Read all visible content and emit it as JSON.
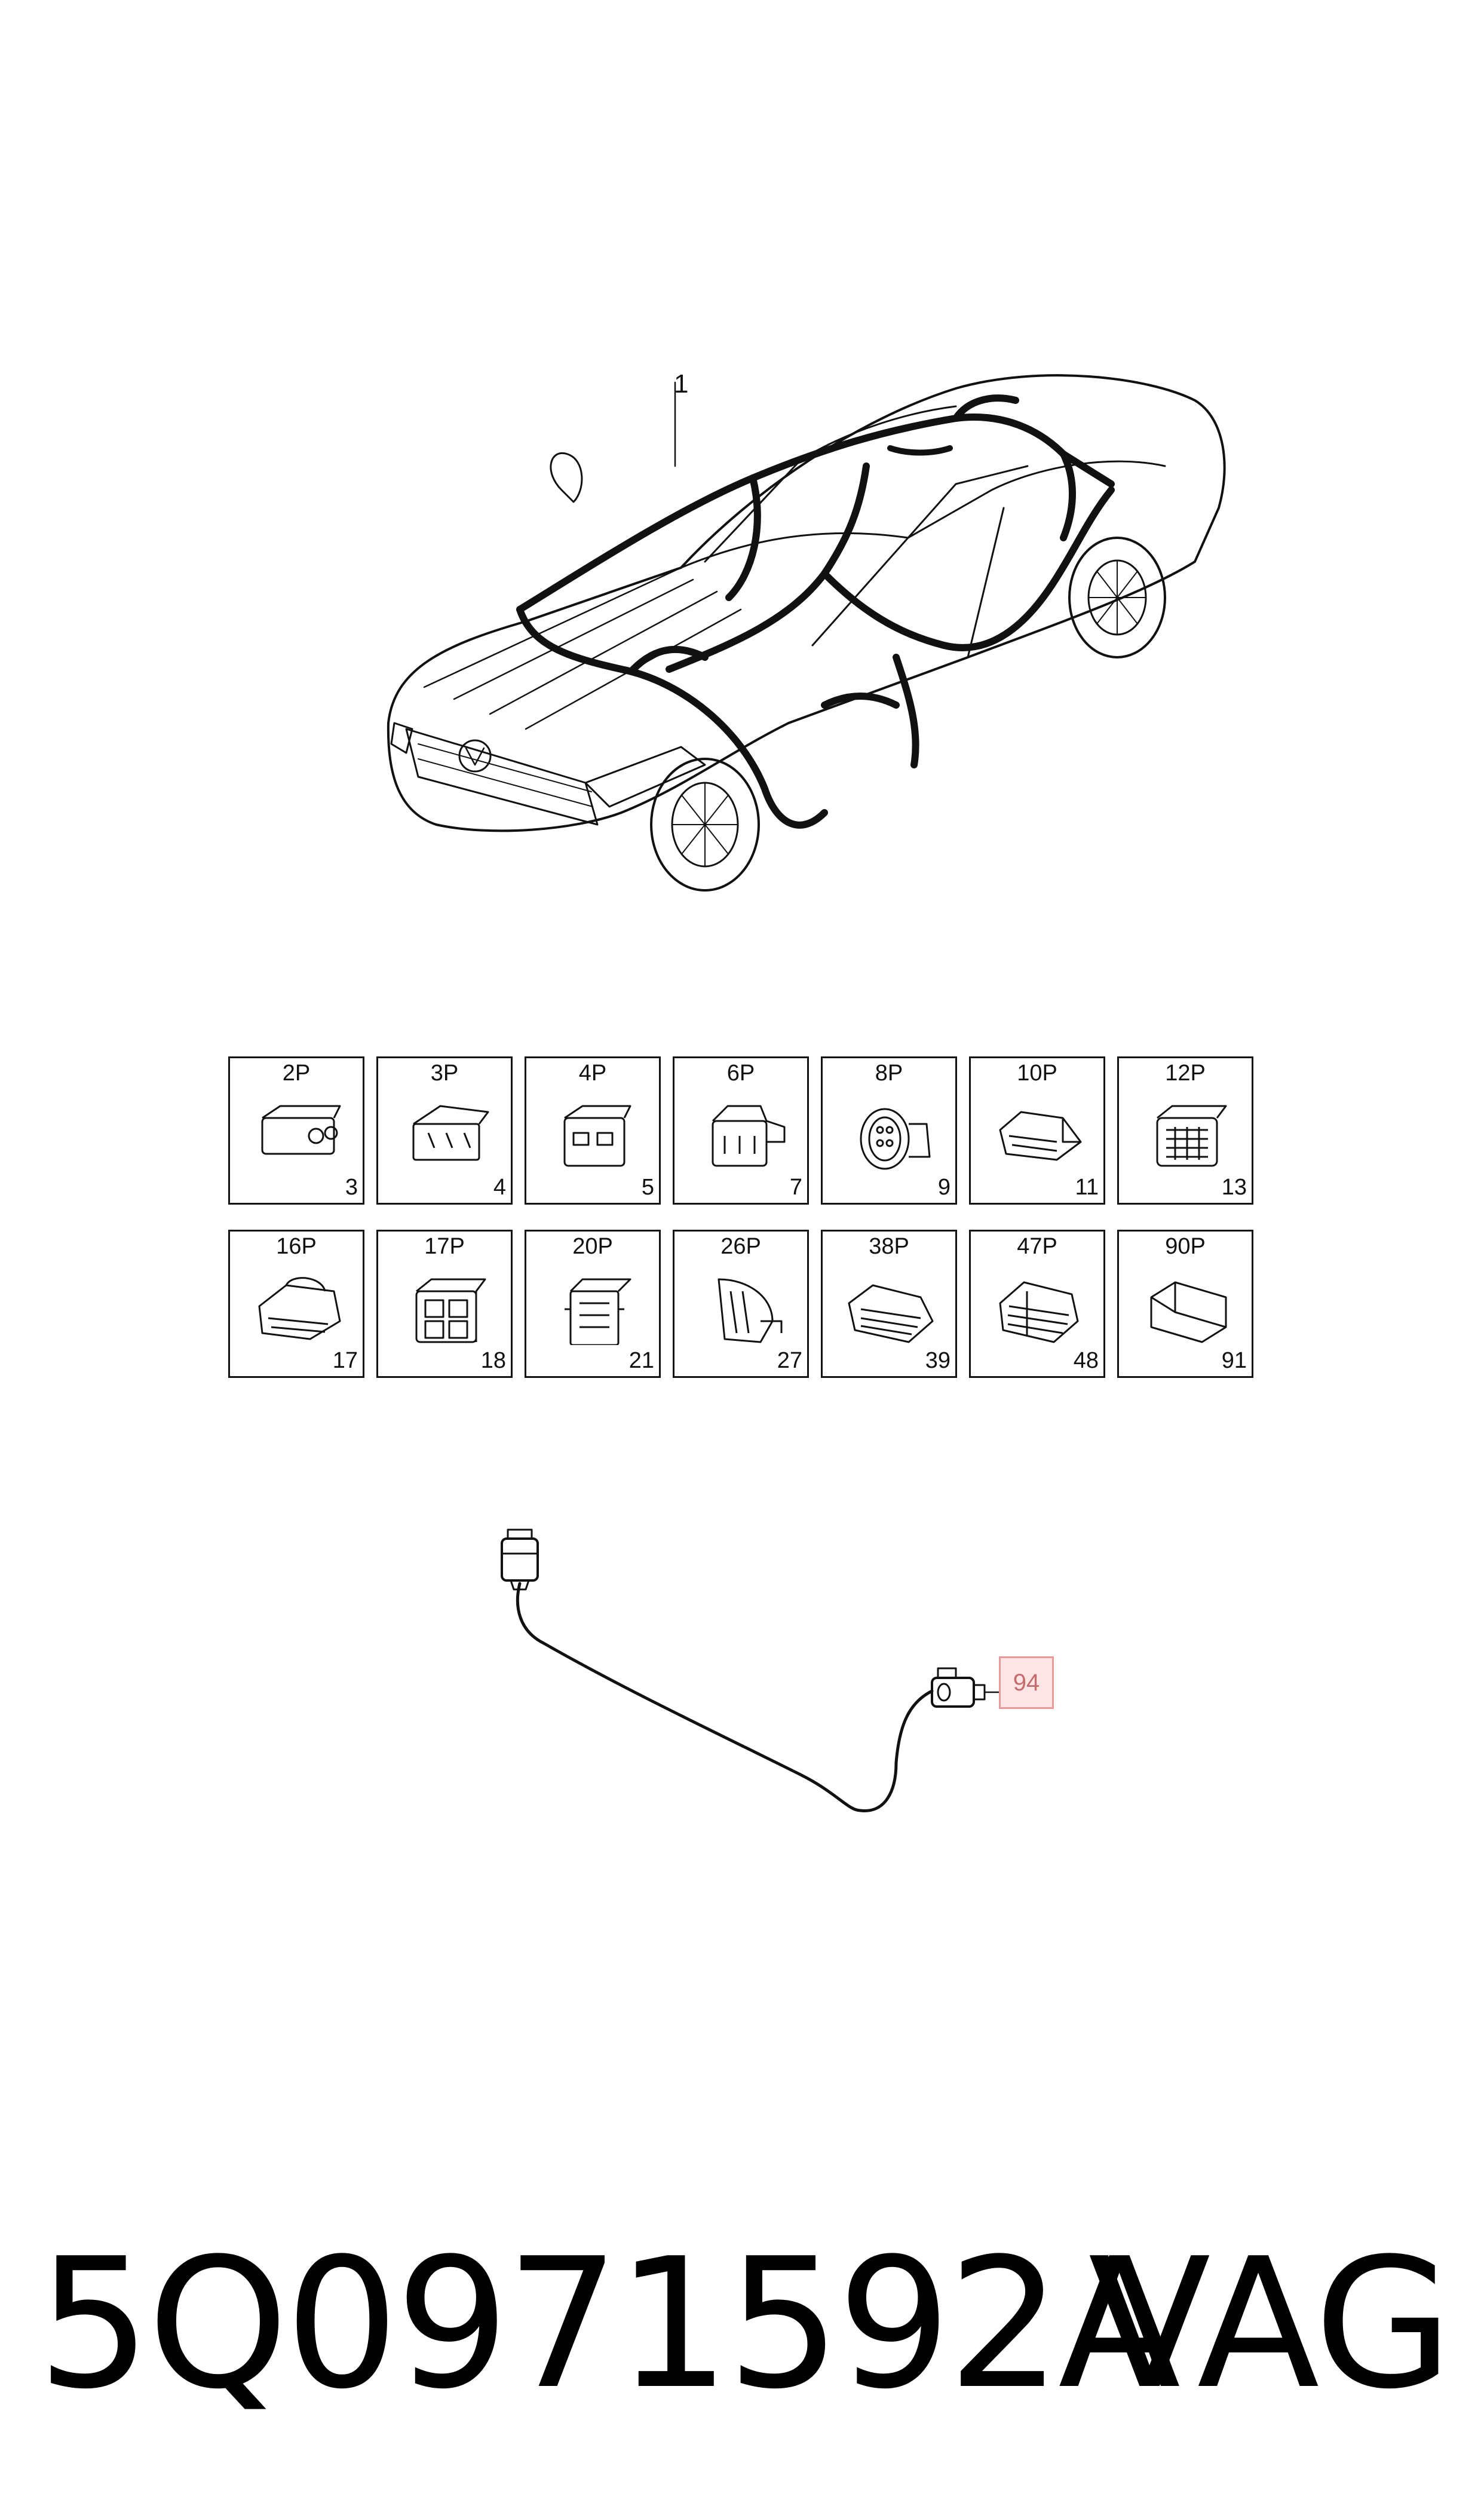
{
  "car_callout": "1",
  "connectors": [
    {
      "pins": "2P",
      "num": "3",
      "icon": "connector-2p-icon"
    },
    {
      "pins": "3P",
      "num": "4",
      "icon": "connector-3p-icon"
    },
    {
      "pins": "4P",
      "num": "5",
      "icon": "connector-4p-icon"
    },
    {
      "pins": "6P",
      "num": "7",
      "icon": "connector-6p-icon"
    },
    {
      "pins": "8P",
      "num": "9",
      "icon": "connector-8p-icon"
    },
    {
      "pins": "10P",
      "num": "11",
      "icon": "connector-10p-icon"
    },
    {
      "pins": "12P",
      "num": "13",
      "icon": "connector-12p-icon"
    },
    {
      "pins": "16P",
      "num": "17",
      "icon": "connector-16p-icon"
    },
    {
      "pins": "17P",
      "num": "18",
      "icon": "connector-17p-icon"
    },
    {
      "pins": "20P",
      "num": "21",
      "icon": "connector-20p-icon"
    },
    {
      "pins": "26P",
      "num": "27",
      "icon": "connector-26p-icon"
    },
    {
      "pins": "38P",
      "num": "39",
      "icon": "connector-38p-icon"
    },
    {
      "pins": "47P",
      "num": "48",
      "icon": "connector-47p-icon"
    },
    {
      "pins": "90P",
      "num": "91",
      "icon": "connector-90p-icon"
    }
  ],
  "harness_callout": "94",
  "highlight_color": "#fde5e5",
  "footer": {
    "part_number": "5Q0971592A",
    "brand": "VAG"
  }
}
